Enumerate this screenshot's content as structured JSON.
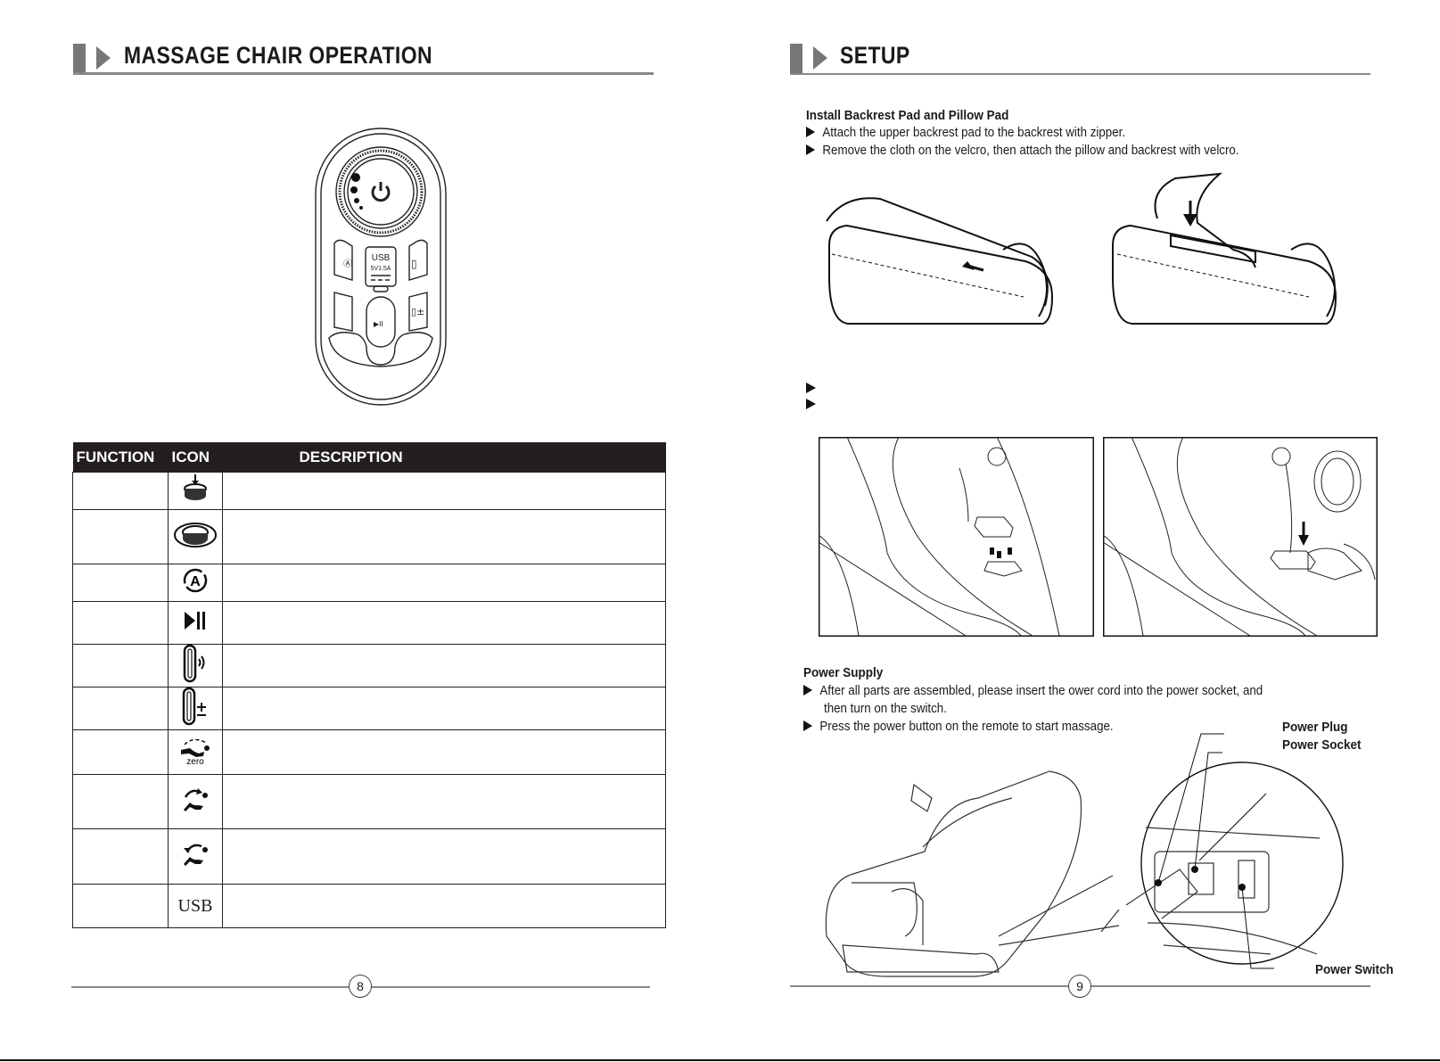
{
  "left_page": {
    "title": "MASSAGE CHAIR OPERATION",
    "remote": {
      "usb_label": "USB",
      "usb_rating": "5V1.5A"
    },
    "table": {
      "headers": [
        "FUNCTION",
        "ICON",
        "DESCRIPTION"
      ],
      "rows": [
        {
          "function": "",
          "icon": "power-knob-press-icon",
          "description": ""
        },
        {
          "function": "",
          "icon": "power-knob-rotate-icon",
          "description": ""
        },
        {
          "function": "",
          "icon": "auto-mode-icon",
          "description": ""
        },
        {
          "function": "",
          "icon": "play-pause-icon",
          "description": ""
        },
        {
          "function": "",
          "icon": "airbag-icon",
          "description": ""
        },
        {
          "function": "",
          "icon": "airbag-intensity-icon",
          "description": ""
        },
        {
          "function": "",
          "icon": "zero-gravity-icon",
          "description": "",
          "icon_text": "zero"
        },
        {
          "function": "",
          "icon": "recline-forward-icon",
          "description": ""
        },
        {
          "function": "",
          "icon": "recline-backward-icon",
          "description": ""
        },
        {
          "function": "",
          "icon": "usb-icon",
          "description": "",
          "icon_text": "USB"
        }
      ]
    },
    "page_number": "8"
  },
  "right_page": {
    "title": "SETUP",
    "install": {
      "heading": "Install Backrest Pad and Pillow Pad",
      "bullets": [
        "Attach the upper backrest pad to the backrest with zipper.",
        "Remove the cloth on the velcro, then attach the pillow and backrest with velcro."
      ]
    },
    "empty_bullets": [
      "",
      ""
    ],
    "power": {
      "heading": "Power Supply",
      "bullets": [
        "After all parts are assembled, please insert the ower cord into the power socket, and",
        "then turn on the switch.",
        "Press the power button on the remote to start massage."
      ],
      "labels": {
        "plug": "Power Plug",
        "socket": "Power Socket",
        "switch": "Power Switch"
      }
    },
    "page_number": "9"
  }
}
